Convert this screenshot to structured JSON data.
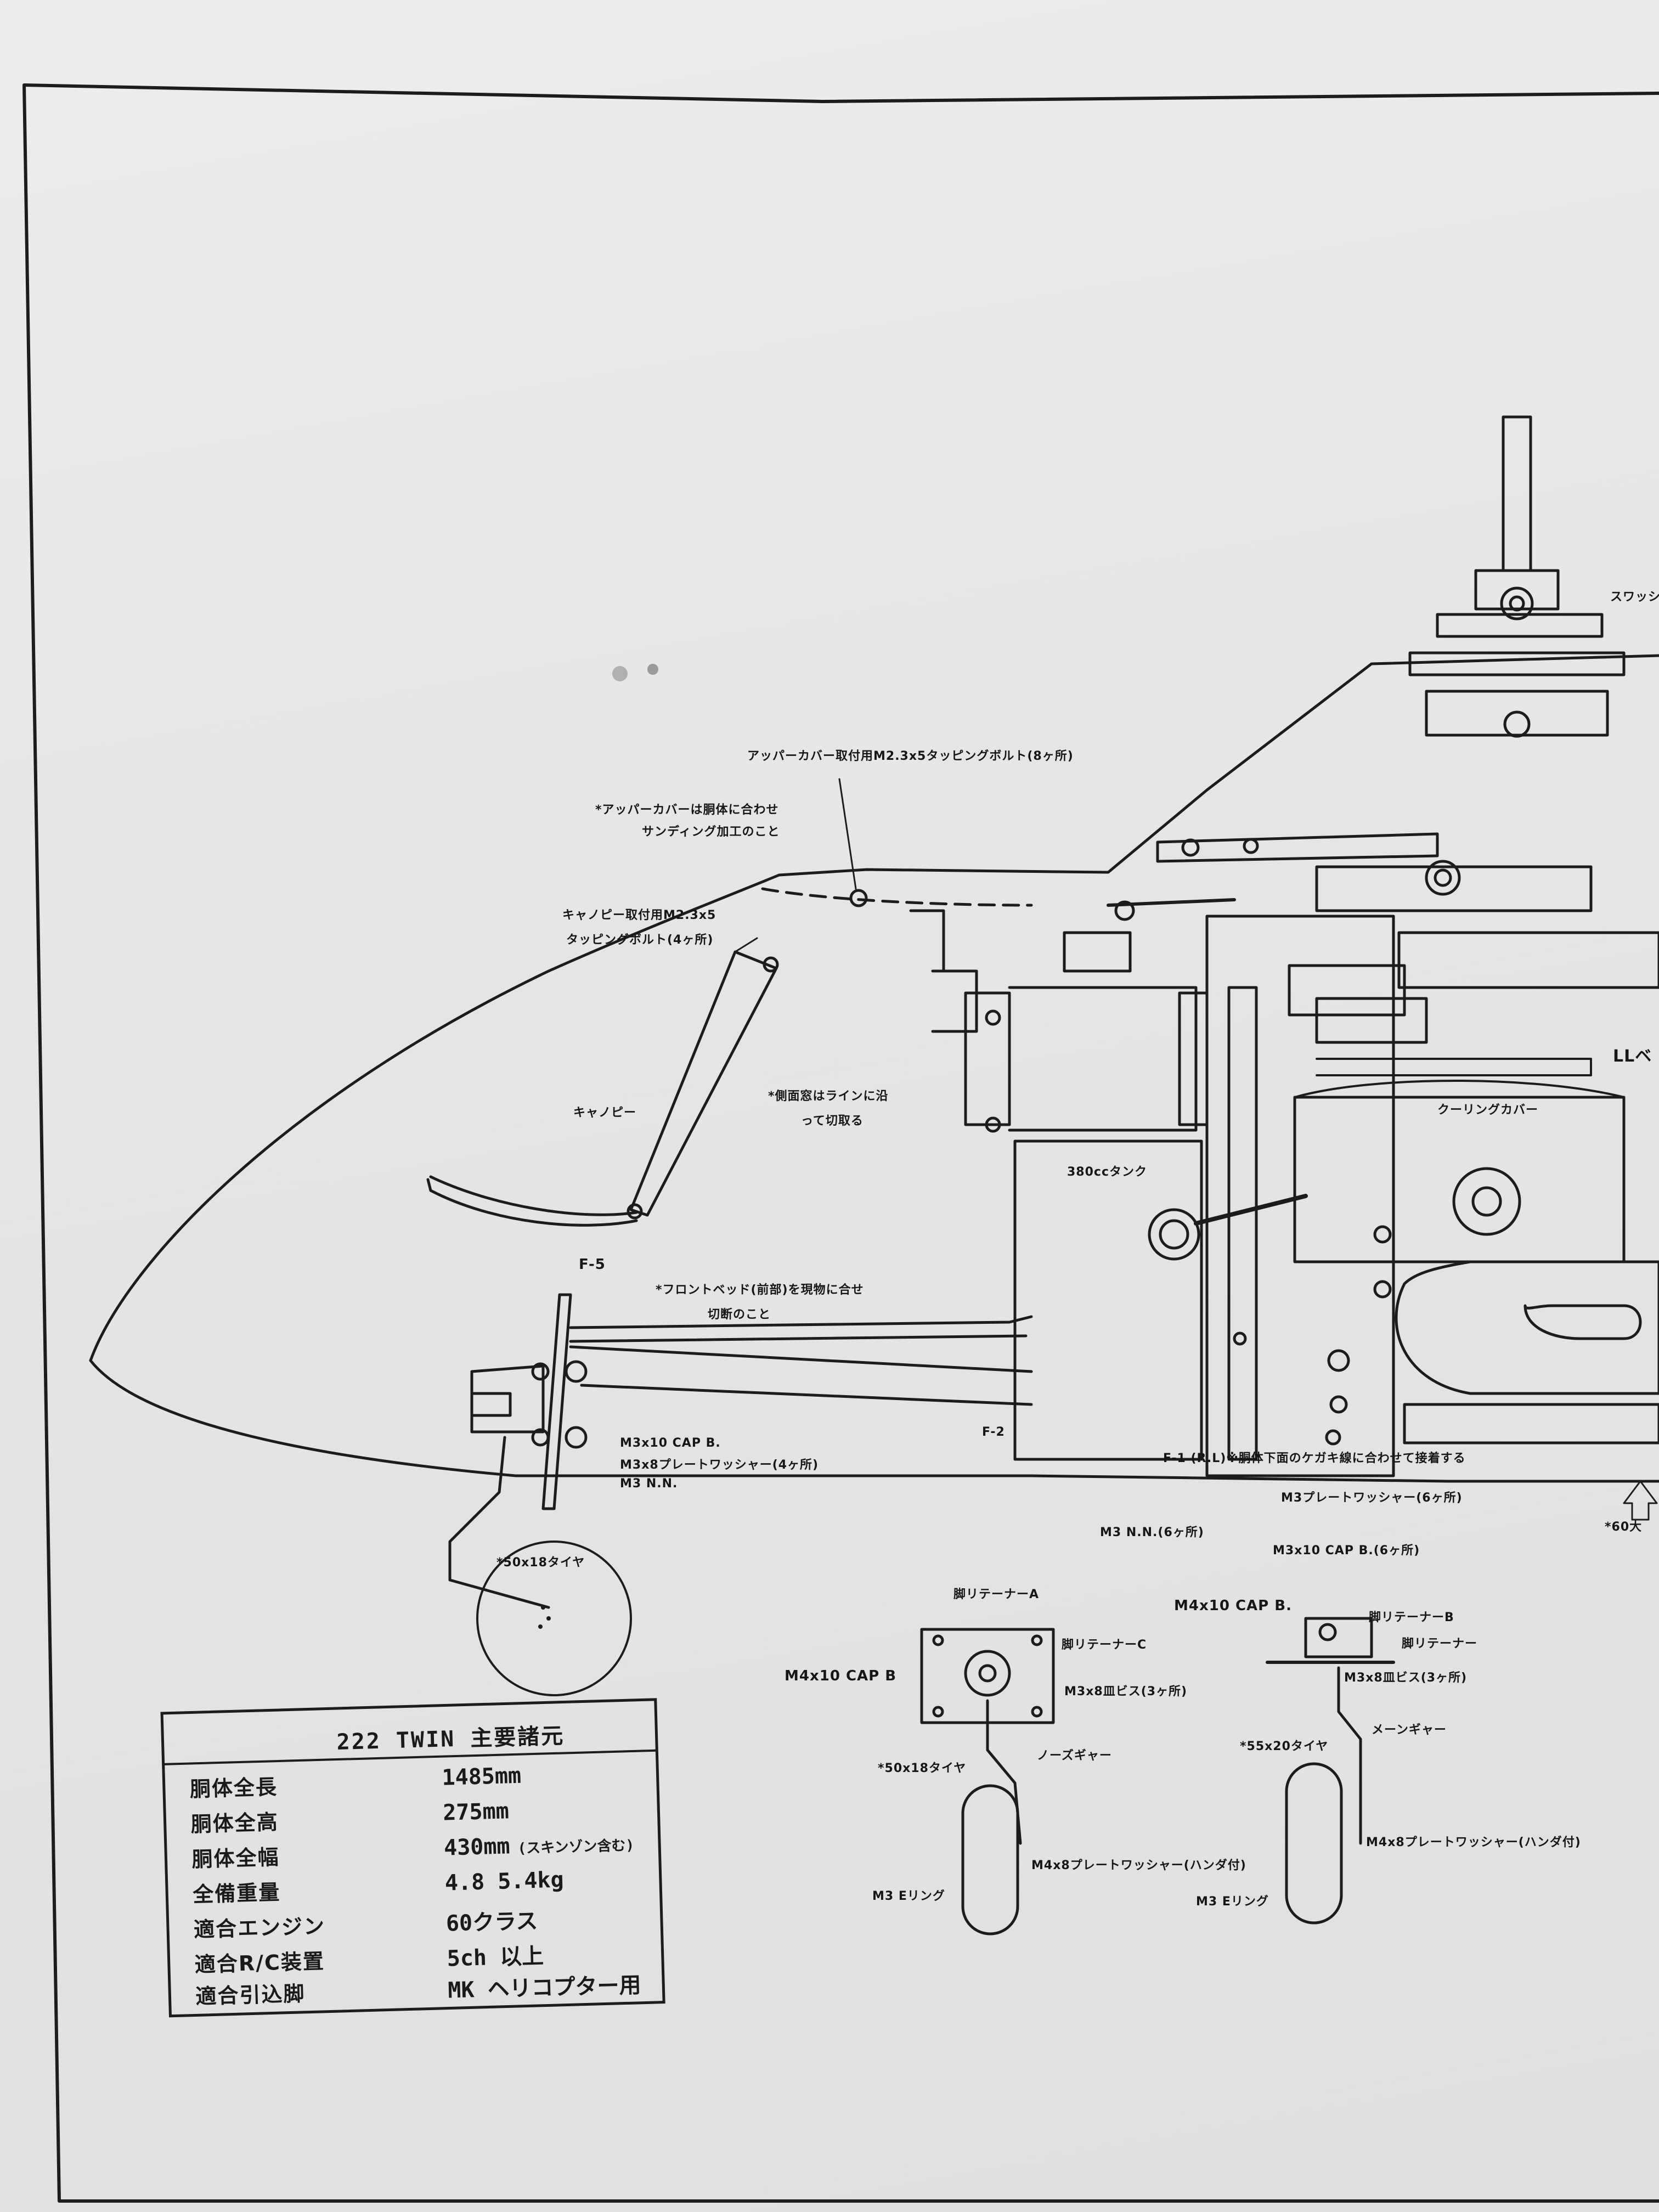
{
  "labels": {
    "upper_cover_bolt": "アッパーカバー取付用M2.3x5タッピングボルト(8ヶ所)",
    "upper_cover_note_1": "*アッパーカバーは胴体に合わせ",
    "upper_cover_note_2": "サンディング加工のこと",
    "canopy_bolt_1": "キャノピー取付用M2.3x5",
    "canopy_bolt_2": "タッピングボルト(4ヶ所)",
    "canopy": "キャノピー",
    "cut_note_1": "*側面窓はラインに沿",
    "cut_note_2": "って切取る",
    "tank": "380ccタンク",
    "cooling_cover": "クーリングカバー",
    "swashplate_cut": "スワッシュプ",
    "ll_arm": "LLベ",
    "f5": "F-5",
    "front_bed_1": "*フロントベッド(前部)を現物に合せ",
    "front_bed_2": "切断のこと",
    "cap_b": "M3x10 CAP B.",
    "plate_washer_4": "M3x8プレートワッシャー(4ヶ所)",
    "nut": "M3 N.N.",
    "f2": "F-2",
    "f1_note": "F-1 (R.L)※胴体下面のケガキ線に合わせて接着する",
    "plate_washer_6": "M3プレートワッシャー(6ヶ所)",
    "nut_6": "M3 N.N.(6ヶ所)",
    "cap_b_6": "M3x10 CAP B.(6ヶ所)",
    "tire_50": "*50x18タイヤ",
    "scale_note": "*60大"
  },
  "gear_front": {
    "retainer_a": "脚リテーナーA",
    "retainer_c": "脚リテーナーC",
    "cap_b": "M4x10 CAP B",
    "screw": "M3x8皿ビス(3ヶ所)",
    "nose_gear": "ノーズギャー",
    "tire": "*50x18タイヤ",
    "washer": "M4x8プレートワッシャー(ハンダ付)",
    "e_ring": "M3 Eリング"
  },
  "gear_main": {
    "cap_b": "M4x10 CAP B.",
    "retainer_b": "脚リテーナーB",
    "retainer": "脚リテーナー",
    "screw": "M3x8皿ビス(3ヶ所)",
    "main_gear": "メーンギャー",
    "tire": "*55x20タイヤ",
    "washer": "M4x8プレートワッシャー(ハンダ付)",
    "e_ring": "M3 Eリング"
  },
  "spec_table": {
    "title": "222 TWIN 主要諸元",
    "rows": [
      {
        "label": "胴体全長",
        "value": "1485mm",
        "note": ""
      },
      {
        "label": "胴体全高",
        "value": "275mm",
        "note": ""
      },
      {
        "label": "胴体全幅",
        "value": "430mm",
        "note": "(スキンゾン含む)"
      },
      {
        "label": "全備重量",
        "value": "4.8 5.4kg",
        "note": ""
      },
      {
        "label": "適合エンジン",
        "value": "60クラス",
        "note": ""
      },
      {
        "label": "適合R/C装置",
        "value": "5ch 以上",
        "note": ""
      },
      {
        "label": "適合引込脚",
        "value": "MK ヘリコプター用",
        "note": ""
      }
    ]
  }
}
